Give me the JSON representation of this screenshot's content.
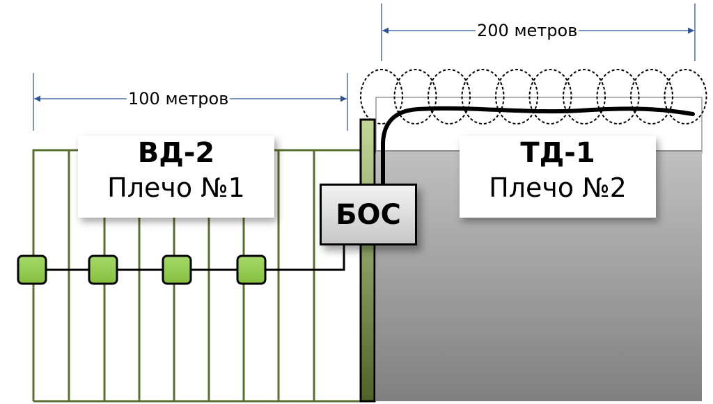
{
  "dimensions": {
    "left": {
      "label": "100 метров"
    },
    "right": {
      "label": "200 метров"
    }
  },
  "zones": {
    "left": {
      "title": "ВД-2",
      "subtitle": "Плечо №1",
      "sensor_count": 4
    },
    "right": {
      "title": "ТД-1",
      "subtitle": "Плечо №2",
      "coil_loops": 10
    }
  },
  "controller": {
    "label": "БОС"
  },
  "colors": {
    "fence": "#5a6e32",
    "sensor": "#92c94a",
    "dimension_line": "#2f5496",
    "post_top": "#c4d79b",
    "post_bottom": "#4f6228",
    "wall_top": "#bfbfbf",
    "wall_bottom": "#808080"
  }
}
